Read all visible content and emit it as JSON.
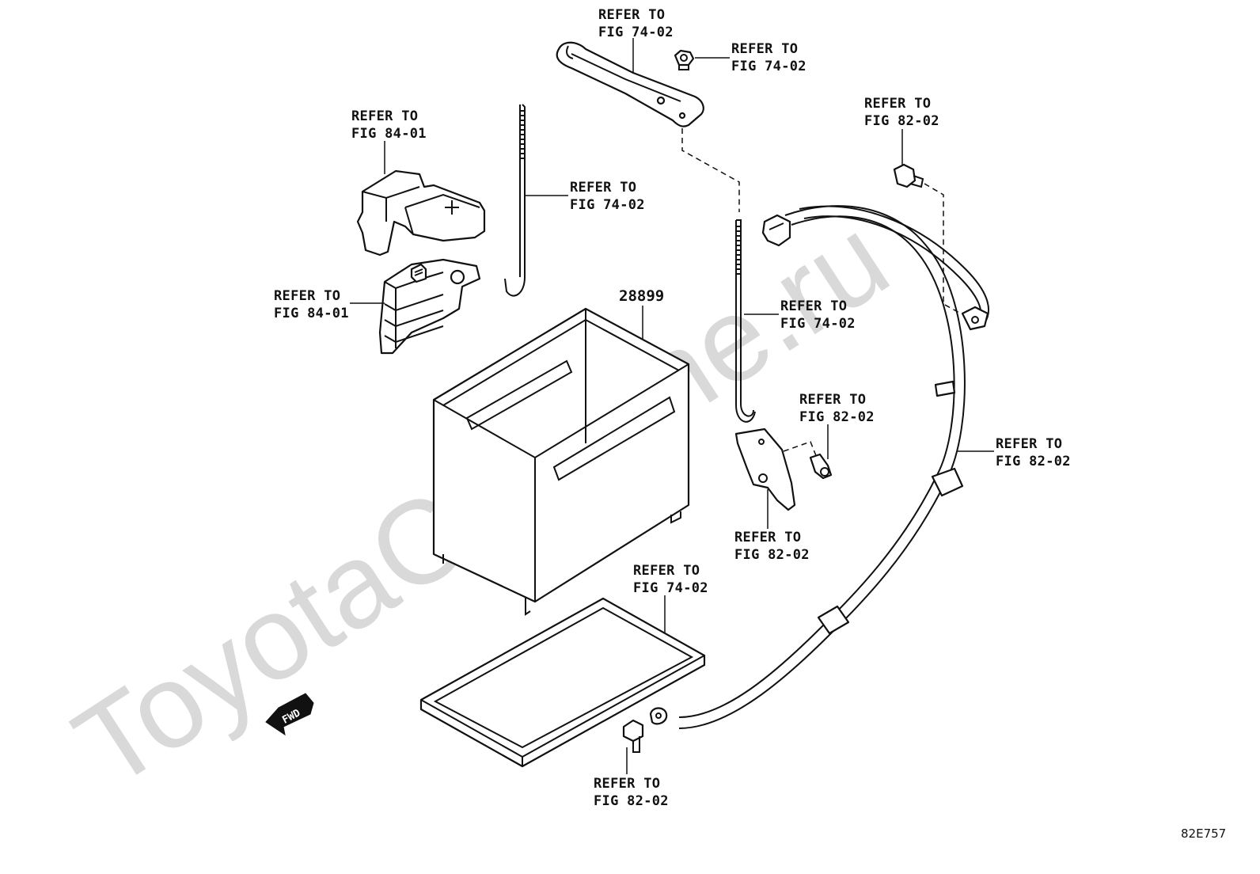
{
  "watermark": "ToyotaCarMine.ru",
  "figure_code": "82E757",
  "part_number": "28899",
  "fwd_label": "FWD",
  "callouts": [
    {
      "line1": "REFER TO",
      "line2": "FIG 74-02"
    },
    {
      "line1": "REFER TO",
      "line2": "FIG 74-02"
    },
    {
      "line1": "REFER TO",
      "line2": "FIG 84-01"
    },
    {
      "line1": "REFER TO",
      "line2": "FIG 74-02"
    },
    {
      "line1": "REFER TO",
      "line2": "FIG 82-02"
    },
    {
      "line1": "REFER TO",
      "line2": "FIG 84-01"
    },
    {
      "line1": "REFER TO",
      "line2": "FIG 74-02"
    },
    {
      "line1": "REFER TO",
      "line2": "FIG 82-02"
    },
    {
      "line1": "REFER TO",
      "line2": "FIG 82-02"
    },
    {
      "line1": "REFER TO",
      "line2": "FIG 82-02"
    },
    {
      "line1": "REFER TO",
      "line2": "FIG 74-02"
    },
    {
      "line1": "REFER TO",
      "line2": "FIG 82-02"
    }
  ]
}
